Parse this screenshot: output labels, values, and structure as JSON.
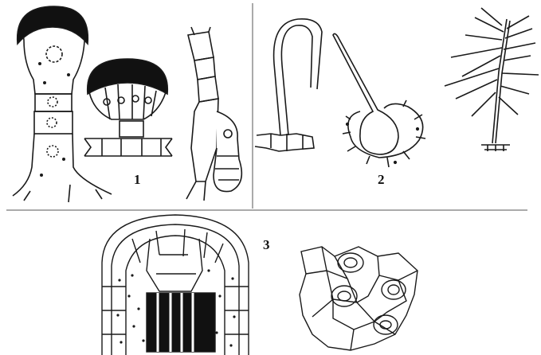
{
  "figure": {
    "labels": {
      "panel1": "1",
      "panel2": "2",
      "panel3": "3"
    },
    "colors": {
      "ink": "#1a1a1a",
      "background": "#ffffff",
      "divider": "#555555"
    }
  }
}
